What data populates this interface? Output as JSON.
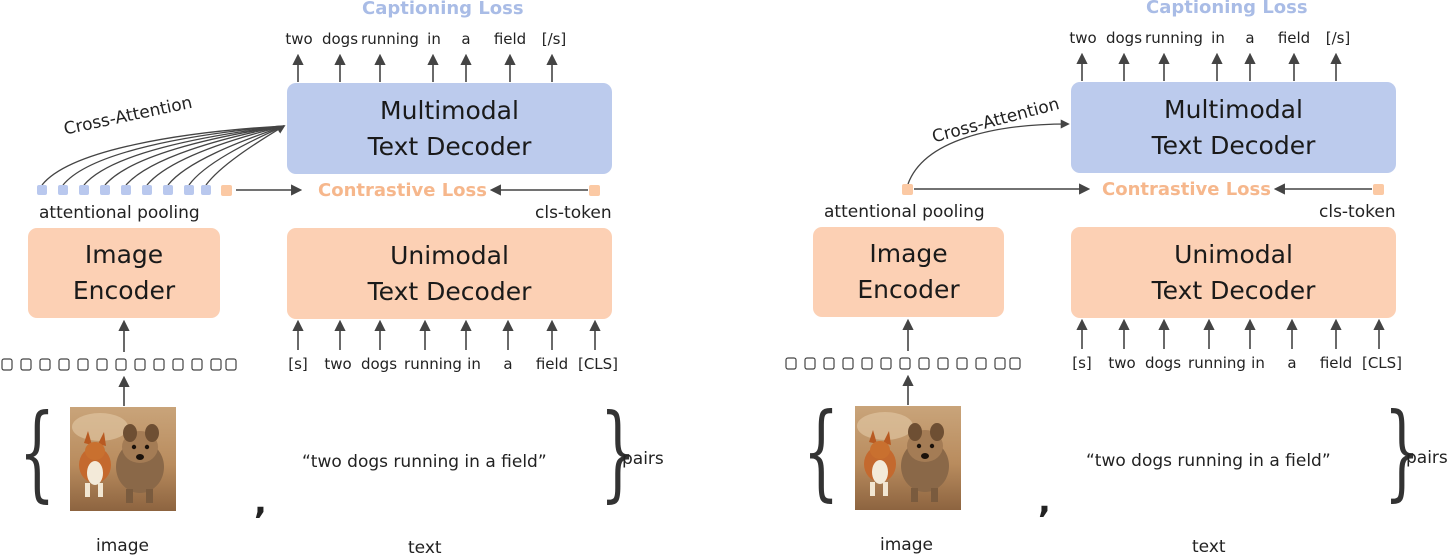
{
  "panels": [
    {
      "captioning_loss": "Captioning Loss",
      "contrastive_loss": "Contrastive Loss",
      "cross_attention": "Cross-Attention",
      "attentional_pooling": "attentional pooling",
      "cls_token": "cls-token",
      "multimodal_line1": "Multimodal",
      "multimodal_line2": "Text Decoder",
      "unimodal_line1": "Unimodal",
      "unimodal_line2": "Text Decoder",
      "image_enc_line1": "Image",
      "image_enc_line2": "Encoder",
      "output_tokens": [
        "two",
        "dogs",
        "running",
        "in",
        "a",
        "field",
        "[/s]"
      ],
      "input_tokens": [
        "[s]",
        "two",
        "dogs",
        "running",
        "in",
        "a",
        "field",
        "[CLS]"
      ],
      "caption": "“two dogs running in a field”",
      "comma": ",",
      "pairs": "pairs",
      "image_label": "image",
      "text_label": "text"
    },
    {
      "captioning_loss": "Captioning Loss",
      "contrastive_loss": "Contrastive Loss",
      "cross_attention": "Cross-Attention",
      "attentional_pooling": "attentional pooling",
      "cls_token": "cls-token",
      "multimodal_line1": "Multimodal",
      "multimodal_line2": "Text Decoder",
      "unimodal_line1": "Unimodal",
      "unimodal_line2": "Text Decoder",
      "image_enc_line1": "Image",
      "image_enc_line2": "Encoder",
      "output_tokens": [
        "two",
        "dogs",
        "running",
        "in",
        "a",
        "field",
        "[/s]"
      ],
      "input_tokens": [
        "[s]",
        "two",
        "dogs",
        "running",
        "in",
        "a",
        "field",
        "[CLS]"
      ],
      "caption": "“two dogs running in a field”",
      "comma": ",",
      "pairs": "pairs",
      "image_label": "image",
      "text_label": "text"
    }
  ],
  "colors": {
    "decoder_blue": "#bccbed",
    "encoder_orange": "#fcd0b4",
    "captioning_loss_text": "#a9bce6",
    "contrastive_loss_text": "#f6b78c",
    "query_token_blue": "#b9c8ee",
    "query_token_orange": "#fbc9a4"
  }
}
